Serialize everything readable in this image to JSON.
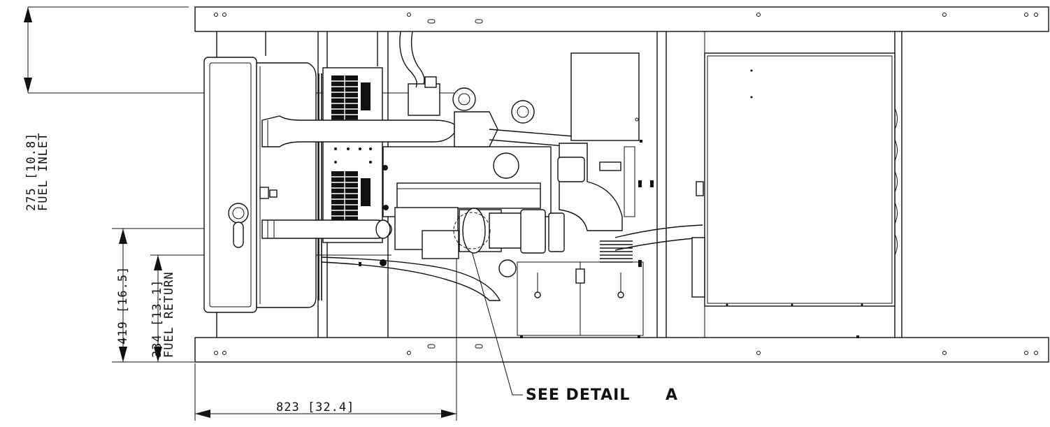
{
  "dimensions": {
    "fuel_inlet_value": "275 [10.8]",
    "fuel_inlet_label": "FUEL INLET",
    "dim_419_value": "419 [16.5]",
    "fuel_return_value": "334 [13.1]",
    "fuel_return_label": "FUEL RETURN",
    "horizontal_value": "823 [32.4]"
  },
  "callout": {
    "see_detail_label": "SEE DETAIL",
    "detail_id": "A"
  },
  "colors": {
    "line": "#111111",
    "background": "#ffffff"
  }
}
